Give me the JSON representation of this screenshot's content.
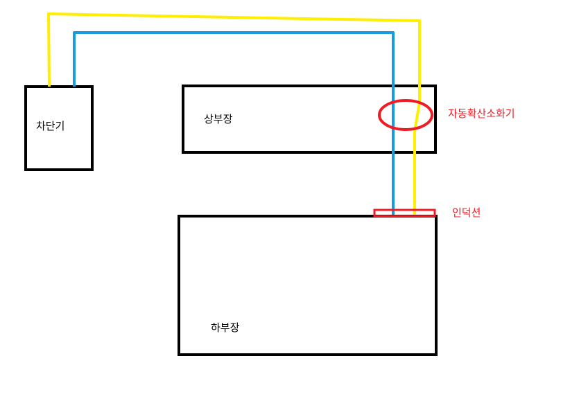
{
  "labels": {
    "breaker": "차단기",
    "upper_cabinet": "상부장",
    "lower_cabinet": "하부장",
    "extinguisher": "자동확산소화기",
    "induction": "인덕션"
  },
  "colors": {
    "outline": "#000000",
    "wire_yellow": "#ffee00",
    "wire_blue": "#1a9bde",
    "annotation_red": "#ee1c24",
    "background": "#ffffff"
  }
}
